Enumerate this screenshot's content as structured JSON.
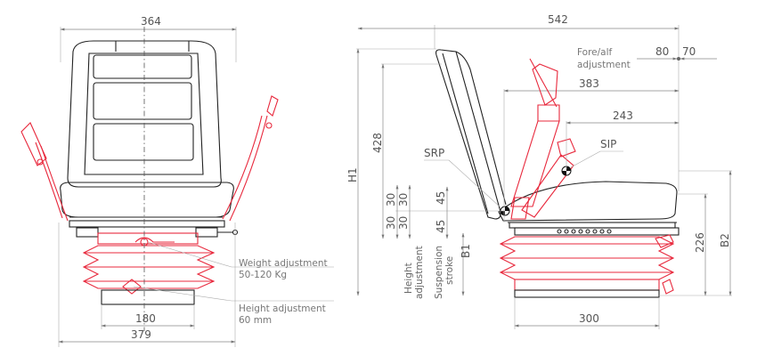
{
  "front": {
    "width_top": "364",
    "width_bottom": "379",
    "inner_width": "180",
    "weight_adjustment_line1": "Weight adjustment",
    "weight_adjustment_line2": "50-120 Kg",
    "height_adjustment_line1": "Height adjustment",
    "height_adjustment_line2": "60 mm"
  },
  "side": {
    "length_total": "542",
    "fore_aft_line1": "Fore/alf",
    "fore_aft_line2": "adjustment",
    "fore_aft_front": "80",
    "fore_aft_back": "70",
    "dim_383": "383",
    "dim_243": "243",
    "label_srp": "SRP",
    "label_sip": "SIP",
    "label_h1": "H1",
    "dim_428": "428",
    "dim_30a": "30",
    "dim_30b": "30",
    "dim_45a": "45",
    "dim_45b": "45",
    "height_adj_line1": "Height",
    "height_adj_line2": "adjustment",
    "suspension_line1": "Suspension",
    "suspension_line2": "stroke",
    "label_b1": "B1",
    "base_width": "300",
    "dim_226": "226",
    "label_b2": "B2"
  }
}
